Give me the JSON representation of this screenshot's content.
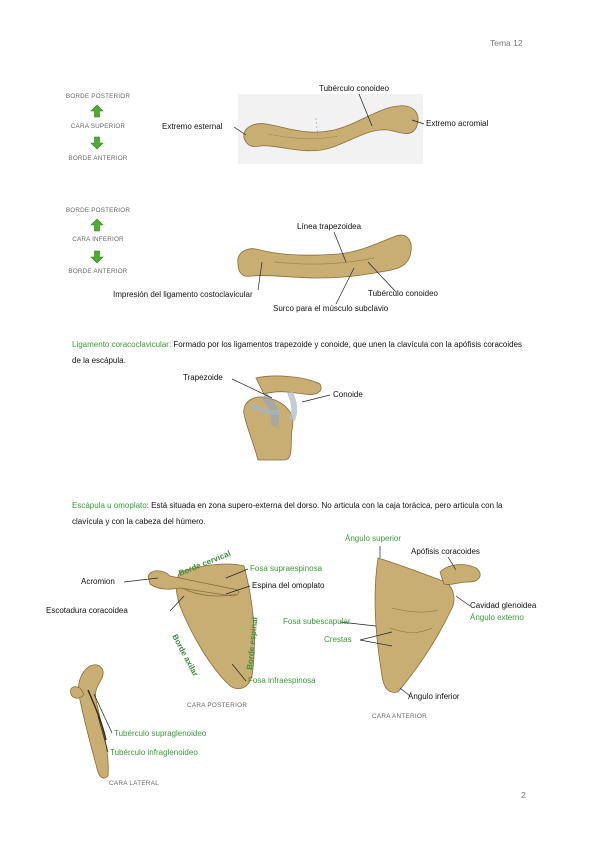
{
  "header": {
    "topic": "Tema 12",
    "page_number": "2"
  },
  "clavicle_superior": {
    "side": {
      "top": "BORDE POSTERIOR",
      "middle": "CARA SUPERIOR",
      "bottom": "BORDE ANTERIOR"
    },
    "labels": {
      "conoid_tubercle": "Tubérculo conoideo",
      "sternal_end": "Extremo esternal",
      "acromial_end": "Extremo acromial"
    }
  },
  "clavicle_inferior": {
    "side": {
      "top": "BORDE POSTERIOR",
      "middle": "CARA INFERIOR",
      "bottom": "BORDE ANTERIOR"
    },
    "labels": {
      "trapezoid_line": "Línea trapezoidea",
      "costoclavicular": "Impresión del ligamento costoclavicular",
      "conoid_tubercle": "Tubérculo conoideo",
      "subclavian_groove": "Surco para el músculo subclavio"
    }
  },
  "ligament": {
    "term": "Ligamento coracoclavicular:",
    "text": " Formado por los ligamentos trapezoide y conoide, que unen la clavícula con la apófisis coracoides de la escápula.",
    "labels": {
      "trapezoid": "Trapezoide",
      "conoid": "Conoide"
    }
  },
  "scapula": {
    "term": "Escápula u omoplato",
    "text": ": Está situada en zona supero-externa del dorso. No articula con la caja torácica, pero articula con la clavícula y con la cabeza del húmero.",
    "posterior": {
      "caption": "CARA POSTERIOR",
      "edges": {
        "cervical": "Borde cervical",
        "axilar": "Borde axilar",
        "espinal": "Borde espinal"
      },
      "labels": {
        "acromion": "Acromion",
        "coracoid_notch": "Escotadura coracoidea",
        "supraspinous": "Fosa supraespinosa",
        "spine": "Espina del omoplato",
        "infraspinous": "Fosa infraespinosa"
      }
    },
    "anterior": {
      "caption": "CARA ANTERIOR",
      "labels": {
        "superior_angle": "Ángulo superior",
        "coracoid": "Apófisis coracoides",
        "glenoid": "Cavidad glenoidea",
        "external_angle": "Ángulo externo",
        "subscapular": "Fosa subescapular",
        "crests": "Crestas",
        "inferior_angle": "Ángulo inferior"
      }
    },
    "lateral": {
      "caption": "CARA LATERAL",
      "labels": {
        "supraglenoid": "Tubérculo supraglenoideo",
        "infraglenoid": "Tubérculo infraglenoideo"
      }
    }
  },
  "colors": {
    "accent_green": "#3a9b3a",
    "bone": "#c9ae74",
    "arrow_green": "#4caf30"
  }
}
